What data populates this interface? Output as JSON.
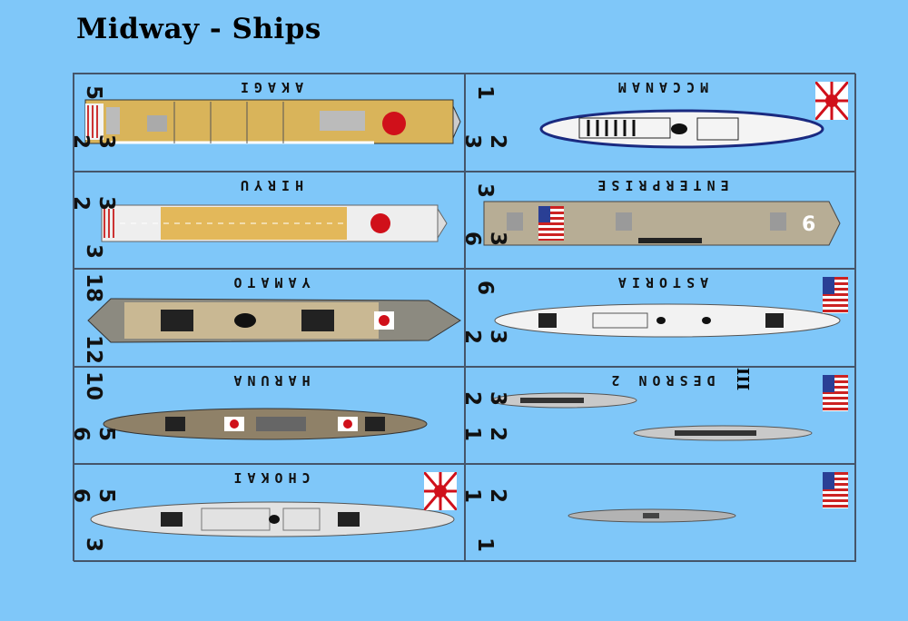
{
  "title": "Midway - Ships",
  "colors": {
    "background": "#7fc7f9",
    "grid": "#45556a"
  },
  "cells": [
    {
      "name": "AKAGI",
      "stat_top": "5",
      "stat_bottom": "3 2",
      "side": "japan"
    },
    {
      "name": "MCCANAM",
      "stat_top": "1",
      "stat_bottom": "2 3",
      "side": "japan",
      "flag": "rising-sun"
    },
    {
      "name": "HIRYU",
      "stat_top": "3 2",
      "stat_bottom": "3",
      "side": "japan"
    },
    {
      "name": "ENTERPRISE",
      "stat_top": "3",
      "stat_bottom": "3 6",
      "side": "usa",
      "flag": "us-flag"
    },
    {
      "name": "YAMATO",
      "stat_top": "18",
      "stat_bottom": "12",
      "side": "japan"
    },
    {
      "name": "ASTORIA",
      "stat_top": "6",
      "stat_bottom": "3 2",
      "side": "usa",
      "flag": "us-flag"
    },
    {
      "name": "HARUNA",
      "stat_top": "10",
      "stat_bottom": "5 6",
      "side": "japan"
    },
    {
      "name": "DESRON 2",
      "stat_top": "3 2",
      "stat_bottom": "2 1",
      "side": "usa",
      "flag": "us-flag",
      "roman": "III"
    },
    {
      "name": "CHOKAI",
      "stat_top": "5 6",
      "stat_bottom": "3",
      "side": "japan",
      "flag": "rising-sun"
    },
    {
      "name": "",
      "stat_top": "2 1",
      "stat_bottom": "1",
      "side": "usa",
      "flag": "us-flag"
    }
  ]
}
